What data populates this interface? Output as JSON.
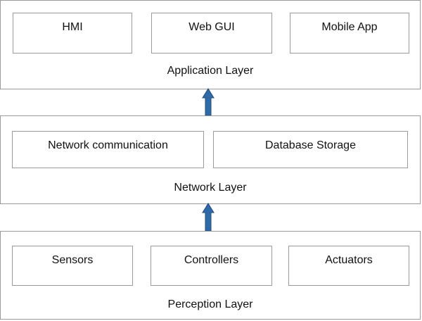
{
  "application_layer": {
    "label": "Application Layer",
    "components": [
      "HMI",
      "Web GUI",
      "Mobile App"
    ]
  },
  "network_layer": {
    "label": "Network Layer",
    "components": [
      "Network communication",
      "Database Storage"
    ]
  },
  "perception_layer": {
    "label": "Perception Layer",
    "components": [
      "Sensors",
      "Controllers",
      "Actuators"
    ]
  },
  "colors": {
    "arrow_fill": "#2e6aa8",
    "arrow_stroke": "#1f4e80",
    "border": "#9a9a9a"
  },
  "icons": {
    "arrow": "arrow-up-icon"
  }
}
